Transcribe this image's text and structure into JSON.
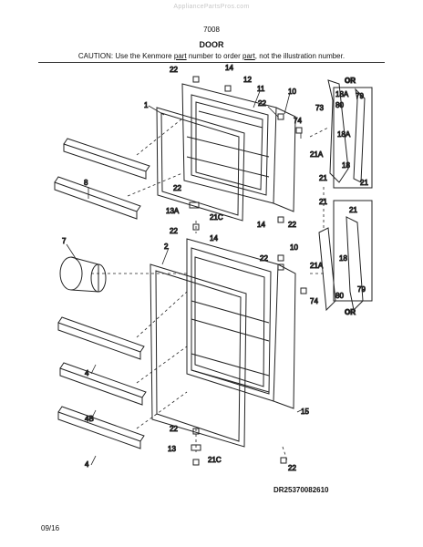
{
  "watermark": "AppliancePartsPros.com",
  "model": "7008",
  "title": "DOOR",
  "caution": {
    "part1": "CAUTION: Use the Kenmore ",
    "part2": "part",
    "part3": " number to order ",
    "part4": "part",
    "part5": ", not the illustration number."
  },
  "callouts": {
    "c1": "1",
    "c2": "2",
    "c4a": "4",
    "c4b": "4B",
    "c4c": "4",
    "c7": "7",
    "c8": "8",
    "c10a": "10",
    "c10b": "10",
    "c11": "11",
    "c12": "12",
    "c13": "13",
    "c13a": "13A",
    "c14a": "14",
    "c14b": "14",
    "c14c": "14",
    "c15": "15",
    "c18a": "18A",
    "c18b": "18A",
    "c18c": "18",
    "c18d": "18",
    "c21a": "21A",
    "c21b": "21A",
    "c21c": "21",
    "c21d": "21",
    "c21e": "21",
    "c21f": "21",
    "c21g": "21C",
    "c21h": "21C",
    "c22a": "22",
    "c22b": "22",
    "c22c": "22",
    "c22d": "22",
    "c22e": "22",
    "c22f": "22",
    "c22g": "22",
    "c22h": "22",
    "c73": "73",
    "c74a": "74",
    "c74b": "74",
    "c79a": "79",
    "c79b": "79",
    "c80a": "80",
    "c80b": "80",
    "or1": "OR",
    "or2": "OR"
  },
  "reference": "DR25370082610",
  "date": "09/16"
}
